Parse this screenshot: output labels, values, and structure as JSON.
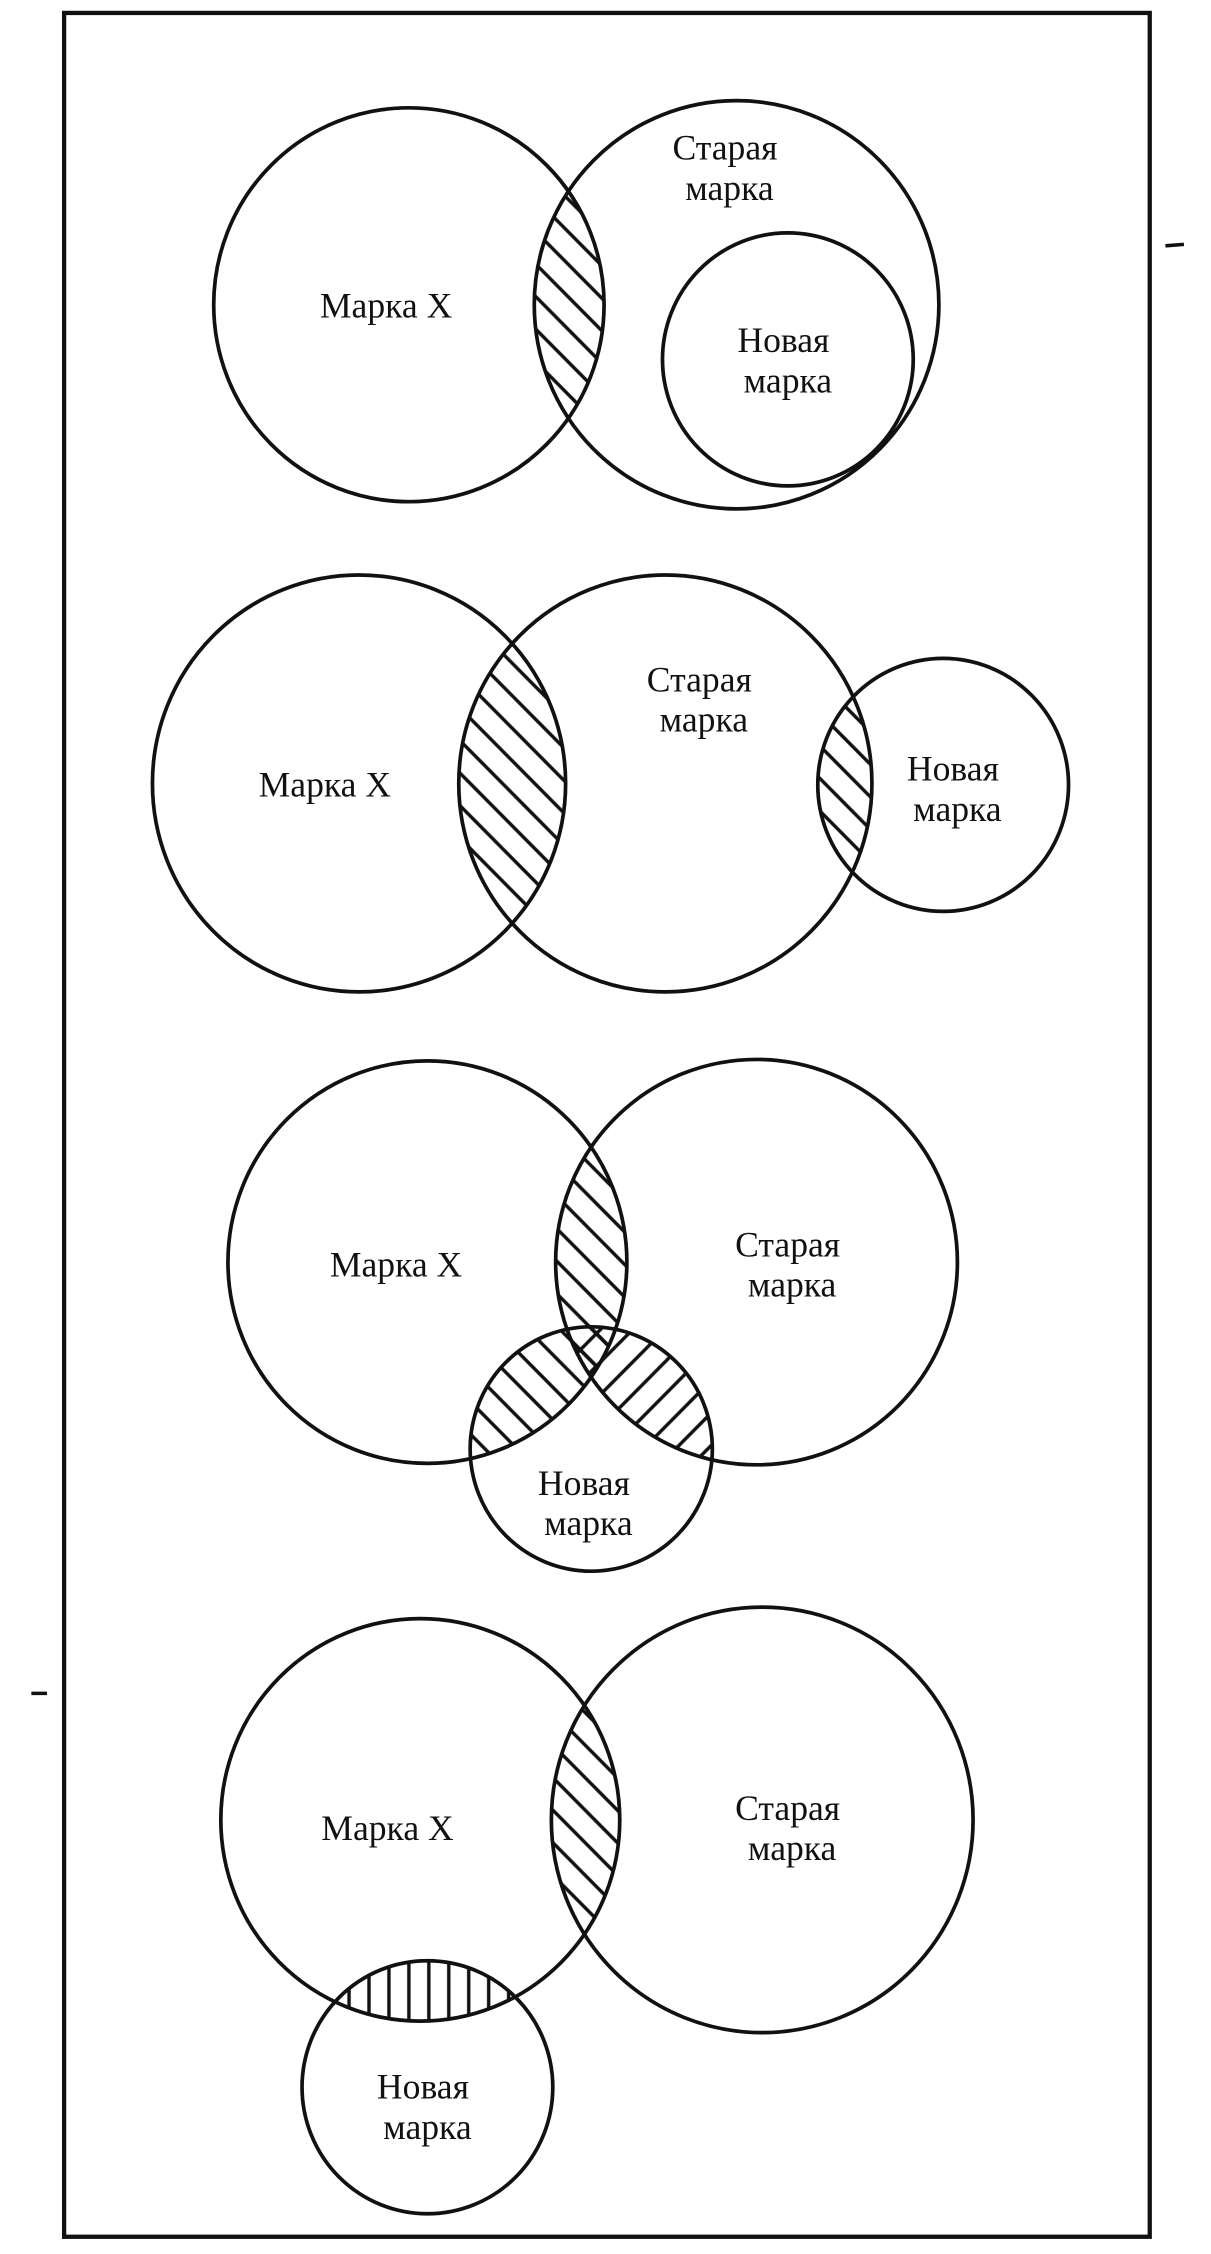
{
  "colors": {
    "ink": "#111111",
    "paper": "#ffffff"
  },
  "figure": {
    "type": "venn-diagram-figure",
    "diagrams": [
      {
        "id": 1,
        "brand_x": "Марка X",
        "old_brand": [
          "Старая",
          "марка"
        ],
        "new_brand": [
          "Новая",
          "марка"
        ]
      },
      {
        "id": 2,
        "brand_x": "Марка X",
        "old_brand": [
          "Старая",
          "марка"
        ],
        "new_brand": [
          "Новая",
          "марка"
        ]
      },
      {
        "id": 3,
        "brand_x": "Марка X",
        "old_brand": [
          "Старая",
          "марка"
        ],
        "new_brand": [
          "Новая",
          "марка"
        ]
      },
      {
        "id": 4,
        "brand_x": "Марка X",
        "old_brand": [
          "Старая",
          "марка"
        ],
        "new_brand": [
          "Новая",
          "марка"
        ]
      }
    ]
  }
}
